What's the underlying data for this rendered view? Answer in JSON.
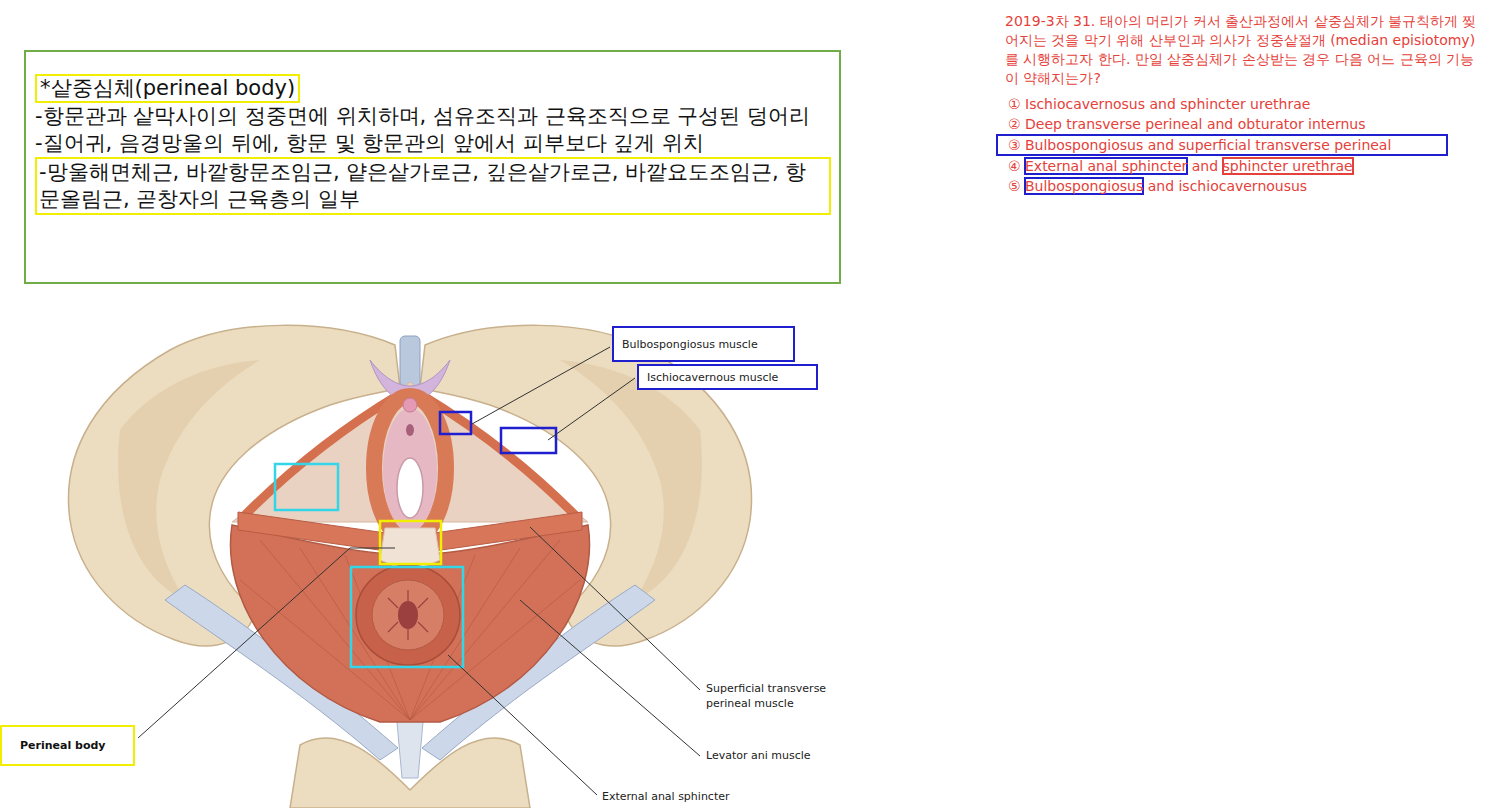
{
  "diagram": {
    "nodes": [
      {
        "text": [
          "*샅중심체(perineal body)",
          "-항문관과 샅막사이의 정중면에 위치하며, 섬유조직과 근육조직으로 구성된 덩어리",
          "-질어귀, 음경망울의 뒤에, 항문 및 항문관의 앞에서 피부보다 깊게 위치",
          "-망울해면체근, 바깥항문조임근, 얕은샅가로근, 깊은샅가로근, 바깥요도조임근, 항문올림근, 곧창자의 근육층의 일부"
        ]
      },
      {
        "text": [
          "Bulbospongiosus muscle"
        ]
      },
      {
        "text": [
          "Ischiocavernous muscle"
        ]
      },
      {
        "text": [
          "Perineal body"
        ]
      },
      {
        "text": [
          "③ Bulbospongiosus and superficial transverse perineal"
        ]
      }
    ],
    "labels": [
      "Superficial transverse perineal muscle",
      "Levator ani muscle",
      "External anal sphincter",
      "2019-3차 31. 태아의 머리가 커서 출산과정에서 샅중심체가 불규칙하게 찢어지는 것을 막기 위해 산부인과 의사가 정중샅절개 (median episiotomy)를 시행하고자 한다. 만일 샅중심체가 손상받는 경우 다음 어느 근육의 기능이 약해지는가?",
      "① Ischiocavernosus and sphincter urethrae",
      "② Deep transverse perineal and obturator internus",
      "④ External anal sphincter and sphincter urethrae",
      "⑤ Bulbospongiosus and ischiocavernousus"
    ]
  }
}
